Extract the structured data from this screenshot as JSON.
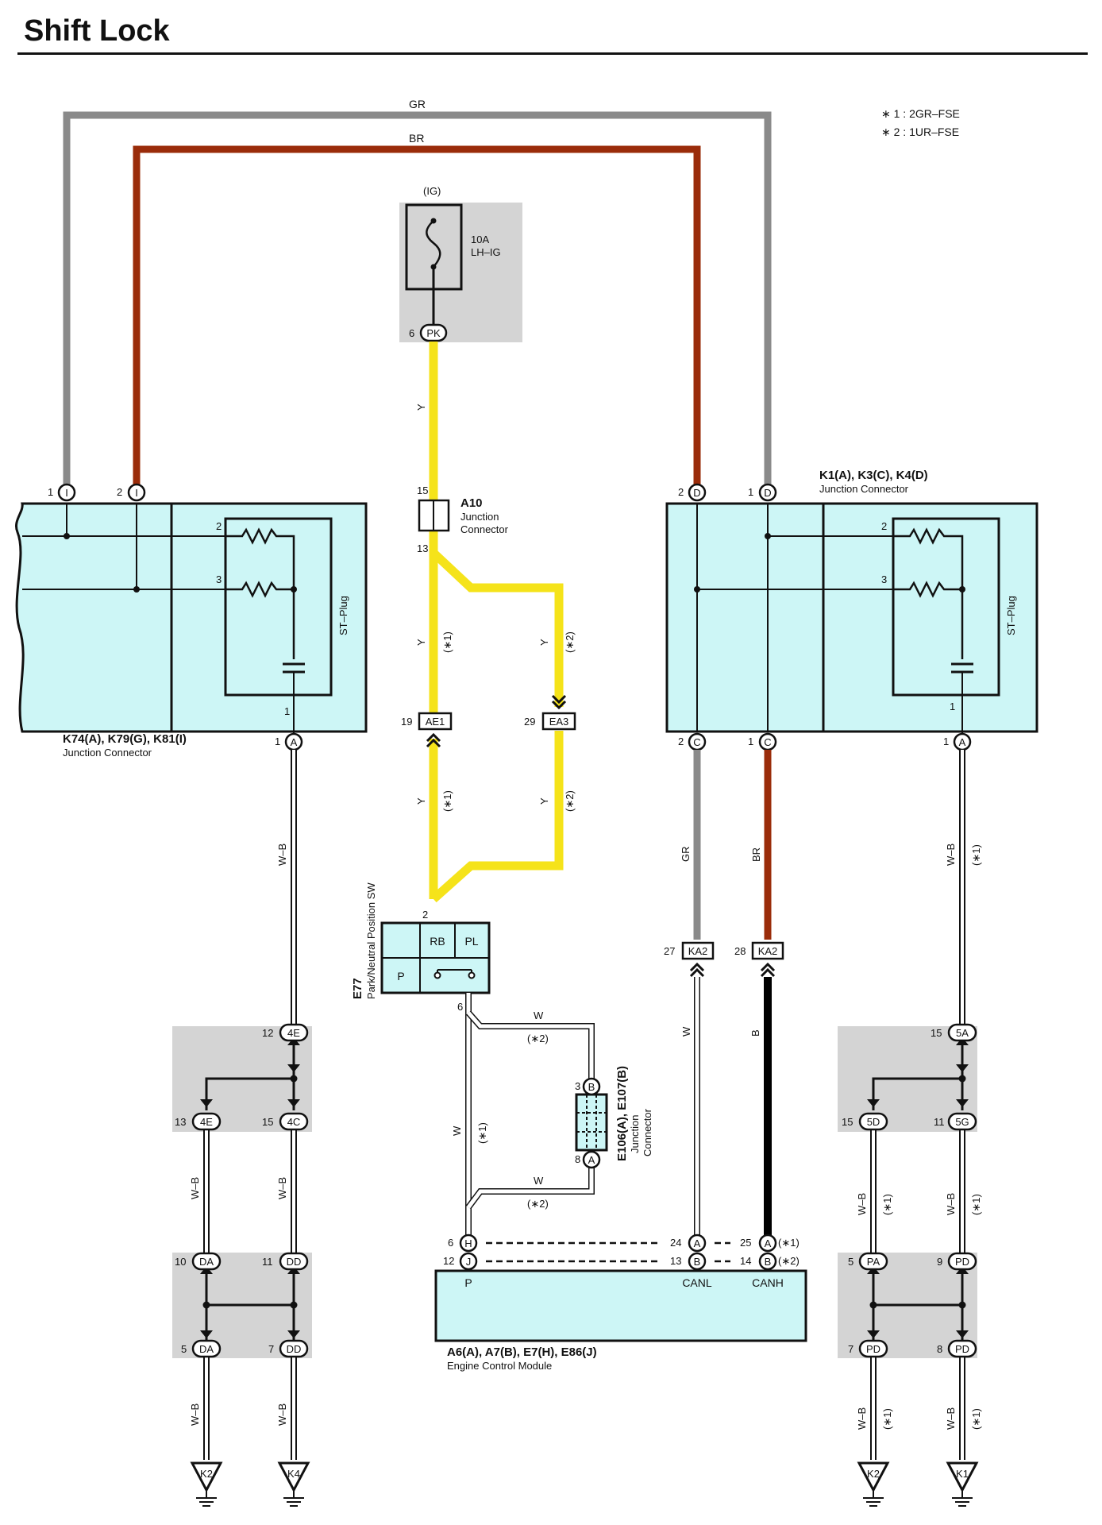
{
  "title": "Shift Lock",
  "notes": [
    "∗ 1 : 2GR–FSE",
    "∗ 2 : 1UR–FSE"
  ],
  "wire_colors": {
    "GR": "#8a8a8a",
    "BR": "#9a2c0a",
    "Y": "#f5e31a",
    "B": "#000000",
    "W": "#ffffff",
    "box_fill": "#cdf6f6",
    "shade": "#d4d4d4"
  },
  "wires": {
    "gr": "GR",
    "br": "BR",
    "y": "Y",
    "wb": "W–B",
    "w": "W",
    "b": "B"
  },
  "fuse": {
    "source": "(IG)",
    "rating": "10A",
    "name": "LH–IG",
    "pin": "6",
    "connector": "PK"
  },
  "a10": {
    "code": "A10",
    "line1": "Junction",
    "line2": "Connector",
    "pin_top": "15",
    "pin_bottom": "13"
  },
  "left_jc": {
    "codes": "K74(A), K79(G), K81(I)",
    "name": "Junction Connector",
    "plug": "ST–Plug",
    "pins": [
      "1",
      "2",
      "2",
      "3",
      "1",
      "1"
    ],
    "conn_i": "I",
    "conn_a": "A"
  },
  "right_jc": {
    "codes": "K1(A), K3(C), K4(D)",
    "name": "Junction Connector",
    "plug": "ST–Plug",
    "pins": [
      "2",
      "1",
      "2",
      "3",
      "1",
      "2",
      "1",
      "1"
    ],
    "conn_d": "D",
    "conn_c": "C",
    "conn_a": "A"
  },
  "connectors": {
    "ae1": {
      "pin": "19",
      "code": "AE1"
    },
    "ea3": {
      "pin": "29",
      "code": "EA3"
    },
    "ka2_27": {
      "pin": "27",
      "code": "KA2"
    },
    "ka2_28": {
      "pin": "28",
      "code": "KA2"
    }
  },
  "notes_marks": {
    "n1": "(∗1)",
    "n2": "(∗2)"
  },
  "e77": {
    "code": "E77",
    "name": "Park/Neutral Position SW",
    "pin_top": "2",
    "pin_bottom": "6",
    "cells": [
      "RB",
      "PL",
      "P"
    ]
  },
  "e106": {
    "code": "E106(A), E107(B)",
    "line1": "Junction",
    "line2": "Connector",
    "pin_b": "3",
    "conn_b": "B",
    "pin_a": "8",
    "conn_a": "A"
  },
  "ecm": {
    "code": "A6(A), A7(B), E7(H), E86(J)",
    "name": "Engine Control Module",
    "terminals": [
      "P",
      "CANL",
      "CANH"
    ],
    "pins": [
      "6",
      "12",
      "24",
      "13",
      "25",
      "14"
    ],
    "conns": [
      "H",
      "J",
      "A",
      "B",
      "A",
      "B"
    ]
  },
  "left_splices": {
    "top": [
      {
        "pin": "12",
        "code": "4E"
      },
      {
        "pin": "13",
        "code": "4E"
      },
      {
        "pin": "15",
        "code": "4C"
      }
    ],
    "bottom": [
      {
        "pin": "10",
        "code": "DA"
      },
      {
        "pin": "11",
        "code": "DD"
      },
      {
        "pin": "5",
        "code": "DA"
      },
      {
        "pin": "7",
        "code": "DD"
      }
    ]
  },
  "right_splices": {
    "top": [
      {
        "pin": "15",
        "code": "5A"
      },
      {
        "pin": "15",
        "code": "5D"
      },
      {
        "pin": "11",
        "code": "5G"
      }
    ],
    "bottom": [
      {
        "pin": "5",
        "code": "PA"
      },
      {
        "pin": "9",
        "code": "PD"
      },
      {
        "pin": "7",
        "code": "PD"
      },
      {
        "pin": "8",
        "code": "PD"
      }
    ]
  },
  "grounds": [
    "K2",
    "K4",
    "K2",
    "K1"
  ]
}
